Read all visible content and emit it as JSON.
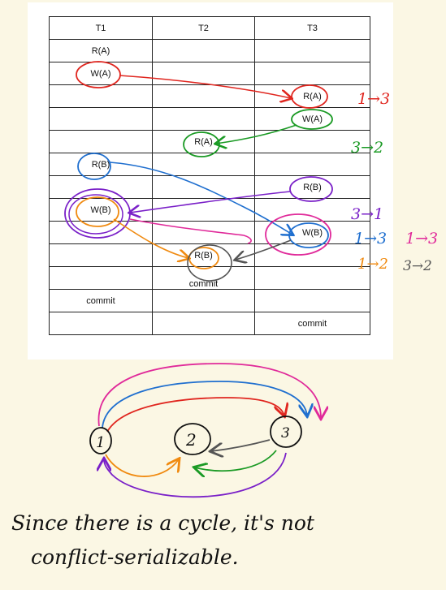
{
  "schedule": {
    "headers": [
      "T1",
      "T2",
      "T3"
    ],
    "rows": [
      [
        "R(A)",
        "",
        ""
      ],
      [
        "W(A)",
        "",
        ""
      ],
      [
        "",
        "",
        "R(A)"
      ],
      [
        "",
        "",
        "W(A)"
      ],
      [
        "",
        "R(A)",
        ""
      ],
      [
        "R(B)",
        "",
        ""
      ],
      [
        "",
        "",
        "R(B)"
      ],
      [
        "W(B)",
        "",
        ""
      ],
      [
        "",
        "",
        "W(B)"
      ],
      [
        "",
        "R(B)",
        ""
      ],
      [
        "",
        "commit",
        ""
      ],
      [
        "commit",
        "",
        ""
      ],
      [
        "",
        "",
        "commit"
      ]
    ]
  },
  "annotations": {
    "a1": "1→3",
    "a2": "3→2",
    "a3": "3→1",
    "a4": "1→3",
    "a5": "1→3",
    "a6": "1→2",
    "a7": "3→2"
  },
  "graph": {
    "nodes": [
      "1",
      "2",
      "3"
    ]
  },
  "colors": {
    "red": "#e0261f",
    "green": "#1a9a24",
    "blue": "#1f6fcf",
    "purple": "#7a20c8",
    "orange": "#f08a10",
    "magenta": "#e02a9a",
    "gray": "#555555"
  },
  "conclusion": {
    "line1": "Since there is a cycle, it's not",
    "line2": "conflict-serializable."
  }
}
